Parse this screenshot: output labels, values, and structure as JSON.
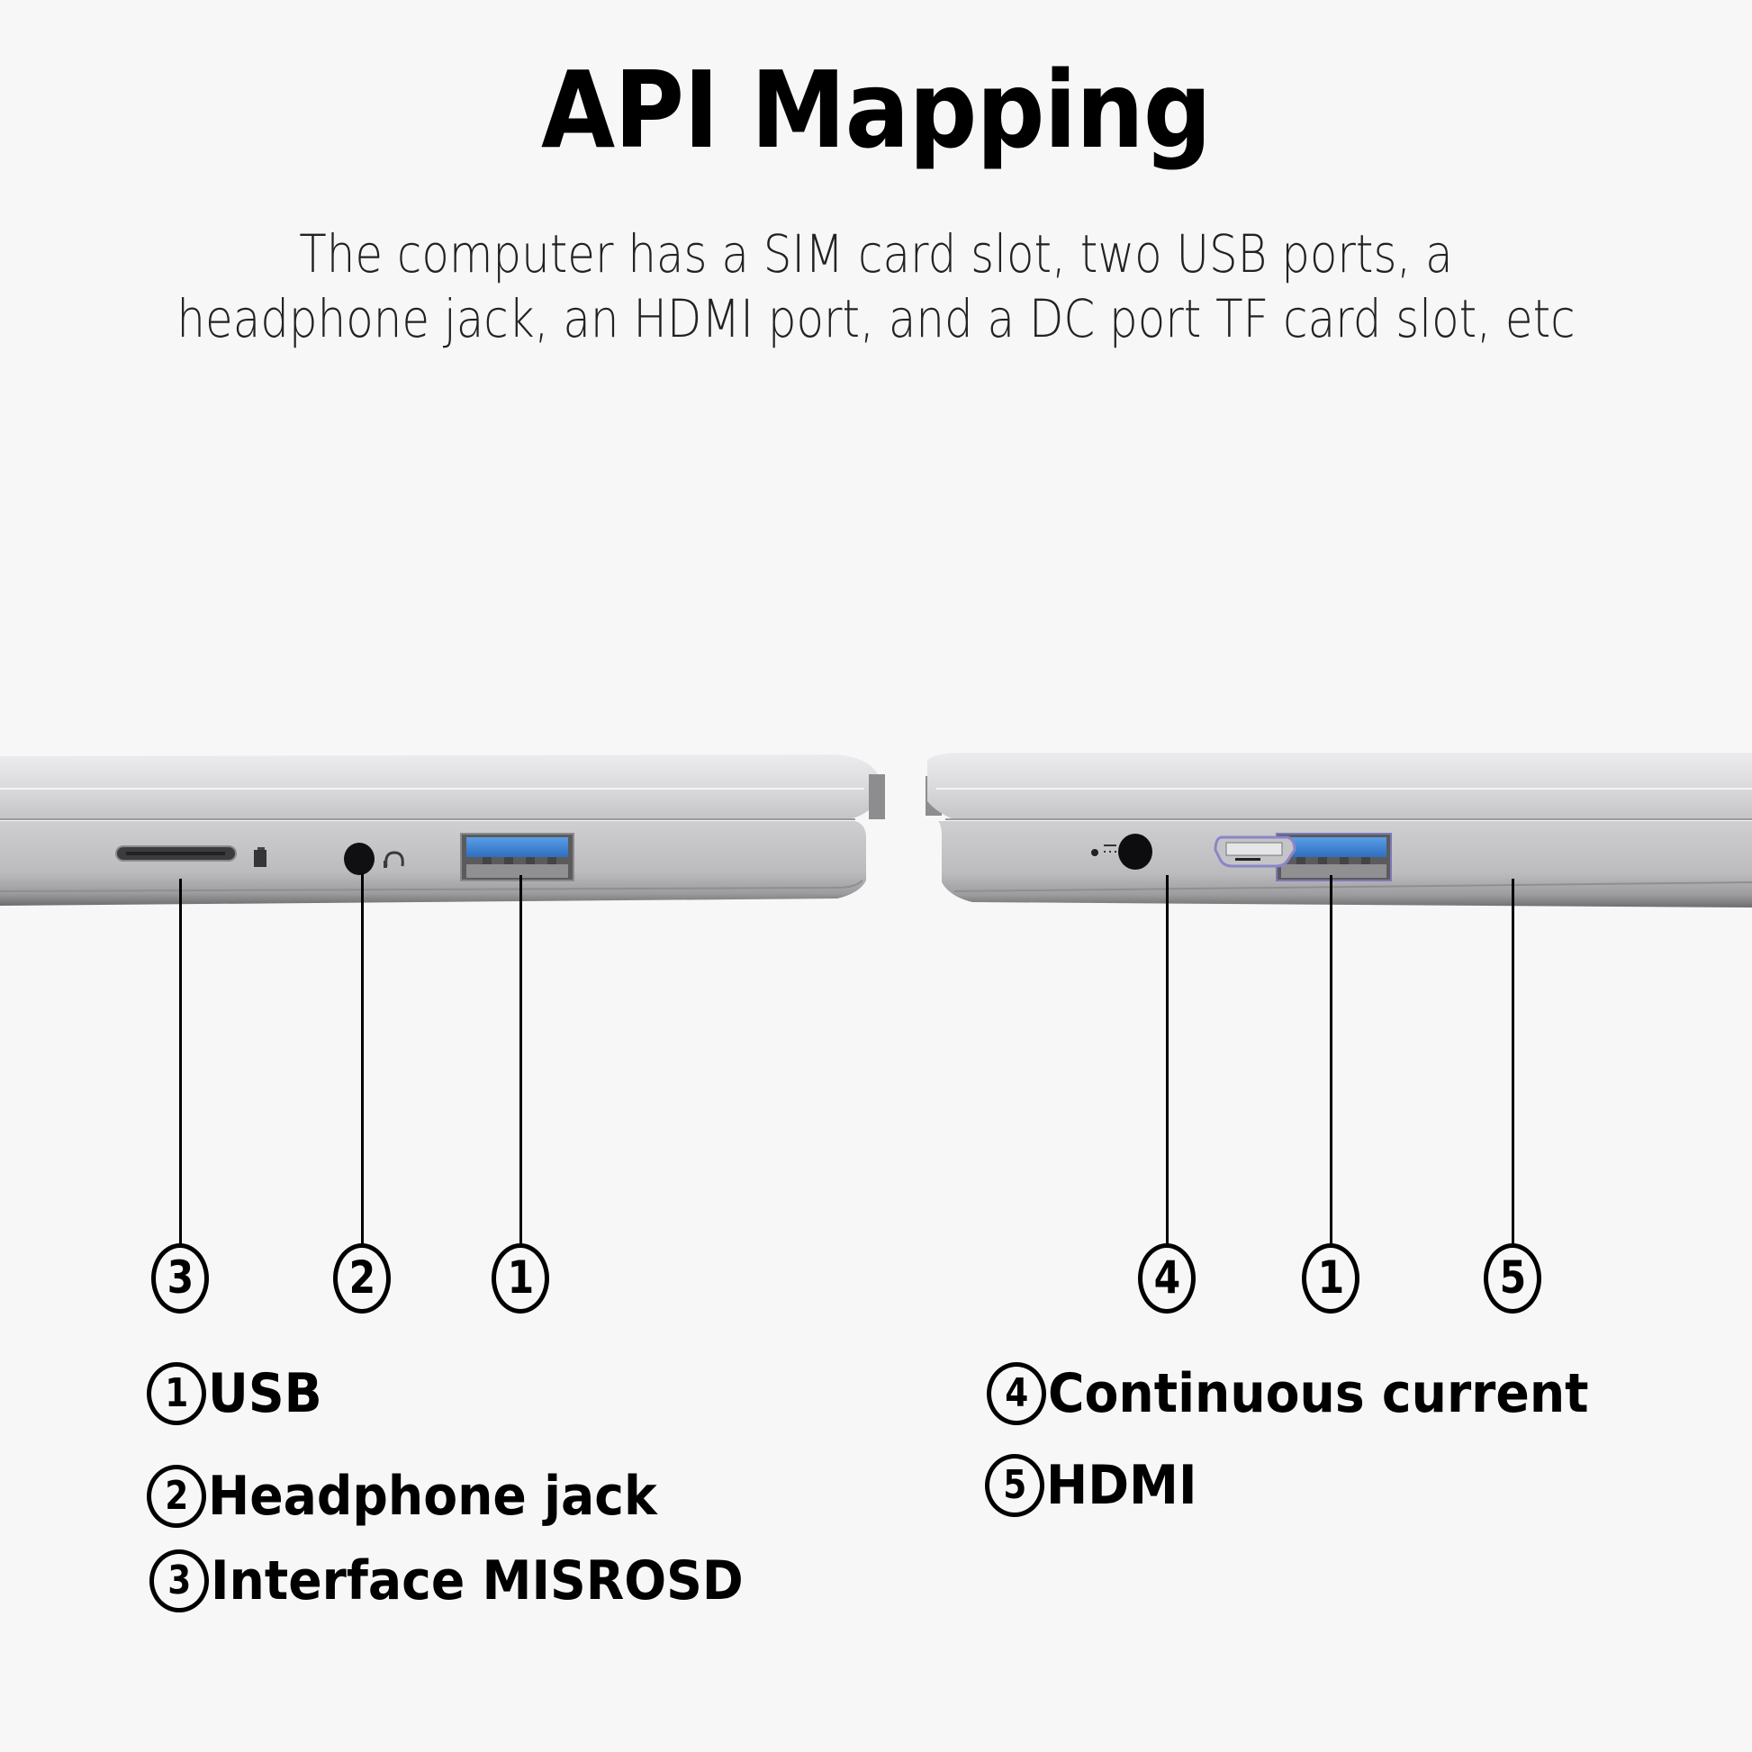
{
  "header": {
    "title": "API Mapping",
    "subtitle_lines": [
      "The computer has a SIM card slot, two USB ports, a",
      "headphone jack, an HDMI port, and a DC port TF card slot, etc"
    ]
  },
  "diagram": {
    "left_side": {
      "ports": [
        {
          "number": "3",
          "port": "micro-sd-slot",
          "icon": "card-slot-icon"
        },
        {
          "number": "2",
          "port": "headphone-jack",
          "icon": "headset-icon"
        },
        {
          "number": "1",
          "port": "usb-port",
          "accent": "#3b82d6"
        }
      ]
    },
    "right_side": {
      "ports": [
        {
          "number": "4",
          "port": "dc-power-port",
          "icon": "dc-symbol-icon"
        },
        {
          "number": "1",
          "port": "usb-port",
          "accent": "#3b82d6"
        },
        {
          "number": "5",
          "port": "hdmi-port"
        }
      ]
    }
  },
  "legend": {
    "left": [
      {
        "number": "1",
        "label": "USB"
      },
      {
        "number": "2",
        "label": "Headphone jack"
      },
      {
        "number": "3",
        "label": "Interface MISROSD"
      }
    ],
    "right": [
      {
        "number": "4",
        "label": "Continuous current"
      },
      {
        "number": "5",
        "label": "HDMI"
      }
    ]
  },
  "colors": {
    "background": "#f7f7f7",
    "chassis": "#c9c9cb",
    "usb_accent": "#3b82d6",
    "text": "#000000"
  }
}
